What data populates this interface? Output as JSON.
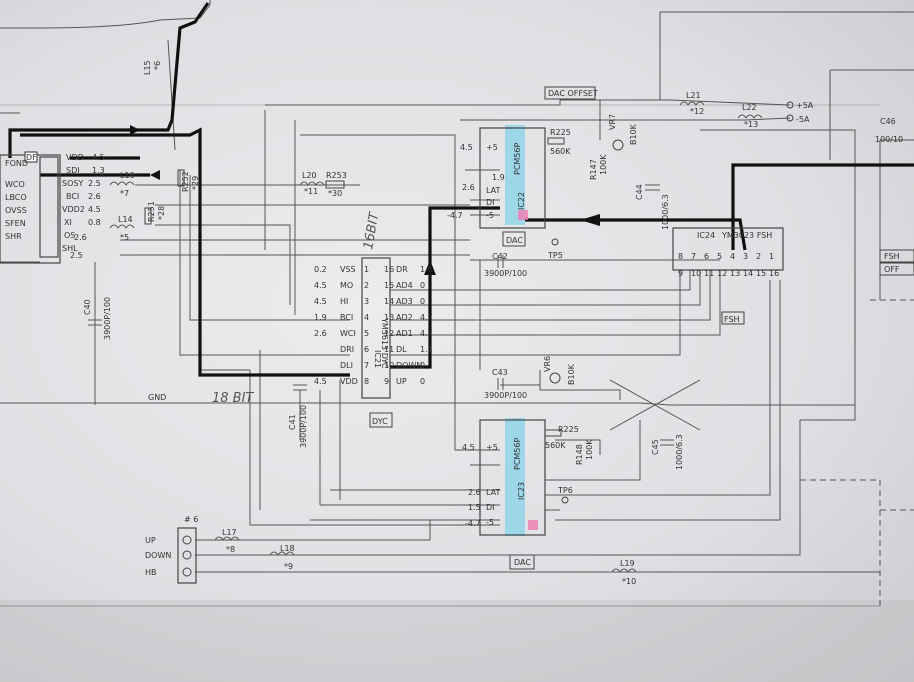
{
  "schematic": {
    "labels": {
      "dac_offset": "DAC OFFSET",
      "l21": "L21",
      "l21_val": "*12",
      "l22": "L22",
      "l22_val": "*13",
      "plus5a": "+5A",
      "minus5a": "-5A",
      "c46": "C46",
      "c46_val": "100/10",
      "l20": "L20",
      "l20_val": "*11",
      "r253": "R253",
      "r253_val": "*30",
      "l16": "L16",
      "l16_val": "*7",
      "l14": "L14",
      "l14_val": "*5",
      "l15": "L15",
      "l15_val": "*6",
      "r252": "R252",
      "r252_val": "*29",
      "r251": "R251",
      "r251_val": "*28",
      "r225a": "R225",
      "r225a_val": "560K",
      "r147": "R147",
      "r147_val": "100K",
      "vr7": "VR7",
      "vr7_val": "B10K",
      "c44": "C44",
      "c44_val": "1000/6.3",
      "ic22": "IC22",
      "ic22_part": "PCM56P",
      "dac": "DAC",
      "tp5": "TP5",
      "tp6": "TP6",
      "c42": "C42",
      "c42_val": "3900P/100",
      "c43": "C43",
      "c43_val": "3900P/100",
      "c40": "C40",
      "c40_val": "3900P/100",
      "c41": "C41",
      "c41_val": "3900P/100",
      "ic21": "IC21",
      "ic21_part": "YM3613 DYC",
      "dyc": "DYC",
      "ic23": "IC23",
      "ic23_part": "PCM56P",
      "r225b": "R225",
      "r225b_val": "560K",
      "r148": "R148",
      "r148_val": "100K",
      "vr6": "VR6",
      "vr6_val": "B10K",
      "c45": "C45",
      "c45_val": "1000/6.3",
      "ic24": "IC24",
      "ic24_part": "YM3023 FSH",
      "fsh": "FSH",
      "fsh2": "FSH",
      "off": "OFF",
      "df": "DF",
      "connector": "# 6",
      "up": "UP",
      "down": "DOWN",
      "hb": "HB",
      "l17": "L17",
      "l17_val": "*8",
      "l18": "L18",
      "l18_val": "*9",
      "l19": "L19",
      "l19_val": "*10",
      "gnd": "GND",
      "bit16": "16BIT",
      "bit18": "18 BIT"
    },
    "dyc_pins_left": [
      "VSS",
      "MO",
      "HI",
      "BCI",
      "WCI",
      "DRI",
      "DLI",
      "VDD"
    ],
    "dyc_pins_right": [
      "DR",
      "AD4",
      "AD3",
      "AD2",
      "AD1",
      "DL",
      "DOWN",
      "UP"
    ],
    "dyc_nums_left": [
      "1",
      "2",
      "3",
      "4",
      "5",
      "6",
      "7",
      "8"
    ],
    "dyc_nums_right": [
      "16",
      "15",
      "14",
      "13",
      "12",
      "11",
      "10",
      "9"
    ],
    "dyc_volts_left": [
      "0.2",
      "4.5",
      "4.5",
      "1.9",
      "2.6",
      "",
      "",
      "4.5"
    ],
    "dyc_volts_right": [
      "1.6",
      "0",
      "0",
      "4.7",
      "4.7",
      "1.1",
      "0",
      "0"
    ],
    "ic22_pins": [
      "+5",
      "LAT",
      "DI",
      "-5"
    ],
    "ic22_volts": [
      "4.5",
      "2.6",
      "1.9",
      "-4.7"
    ],
    "ic23_pins": [
      "+5",
      "LAT",
      "DI",
      "-5"
    ],
    "ic23_volts": [
      "4.5",
      "2.6",
      "1.5",
      "-4.7"
    ],
    "df_pins": [
      "FOND",
      "WCO",
      "LBCO",
      "OVSS",
      "SFEN",
      "SHR"
    ],
    "df_right": [
      "VDD",
      "SDI",
      "SOSY",
      "BCI",
      "VDD2",
      "XI",
      "OS",
      "SHL"
    ],
    "df_volts": [
      "4.5",
      "1.3",
      "2.5",
      "2.6",
      "4.5",
      "0.8",
      "2.6",
      "2.5"
    ],
    "ic24_nums": [
      "8",
      "7",
      "6",
      "5",
      "4",
      "3",
      "2",
      "1"
    ],
    "ic24_nums_b": [
      "9",
      "10",
      "11",
      "12",
      "13",
      "14",
      "15",
      "16"
    ]
  }
}
